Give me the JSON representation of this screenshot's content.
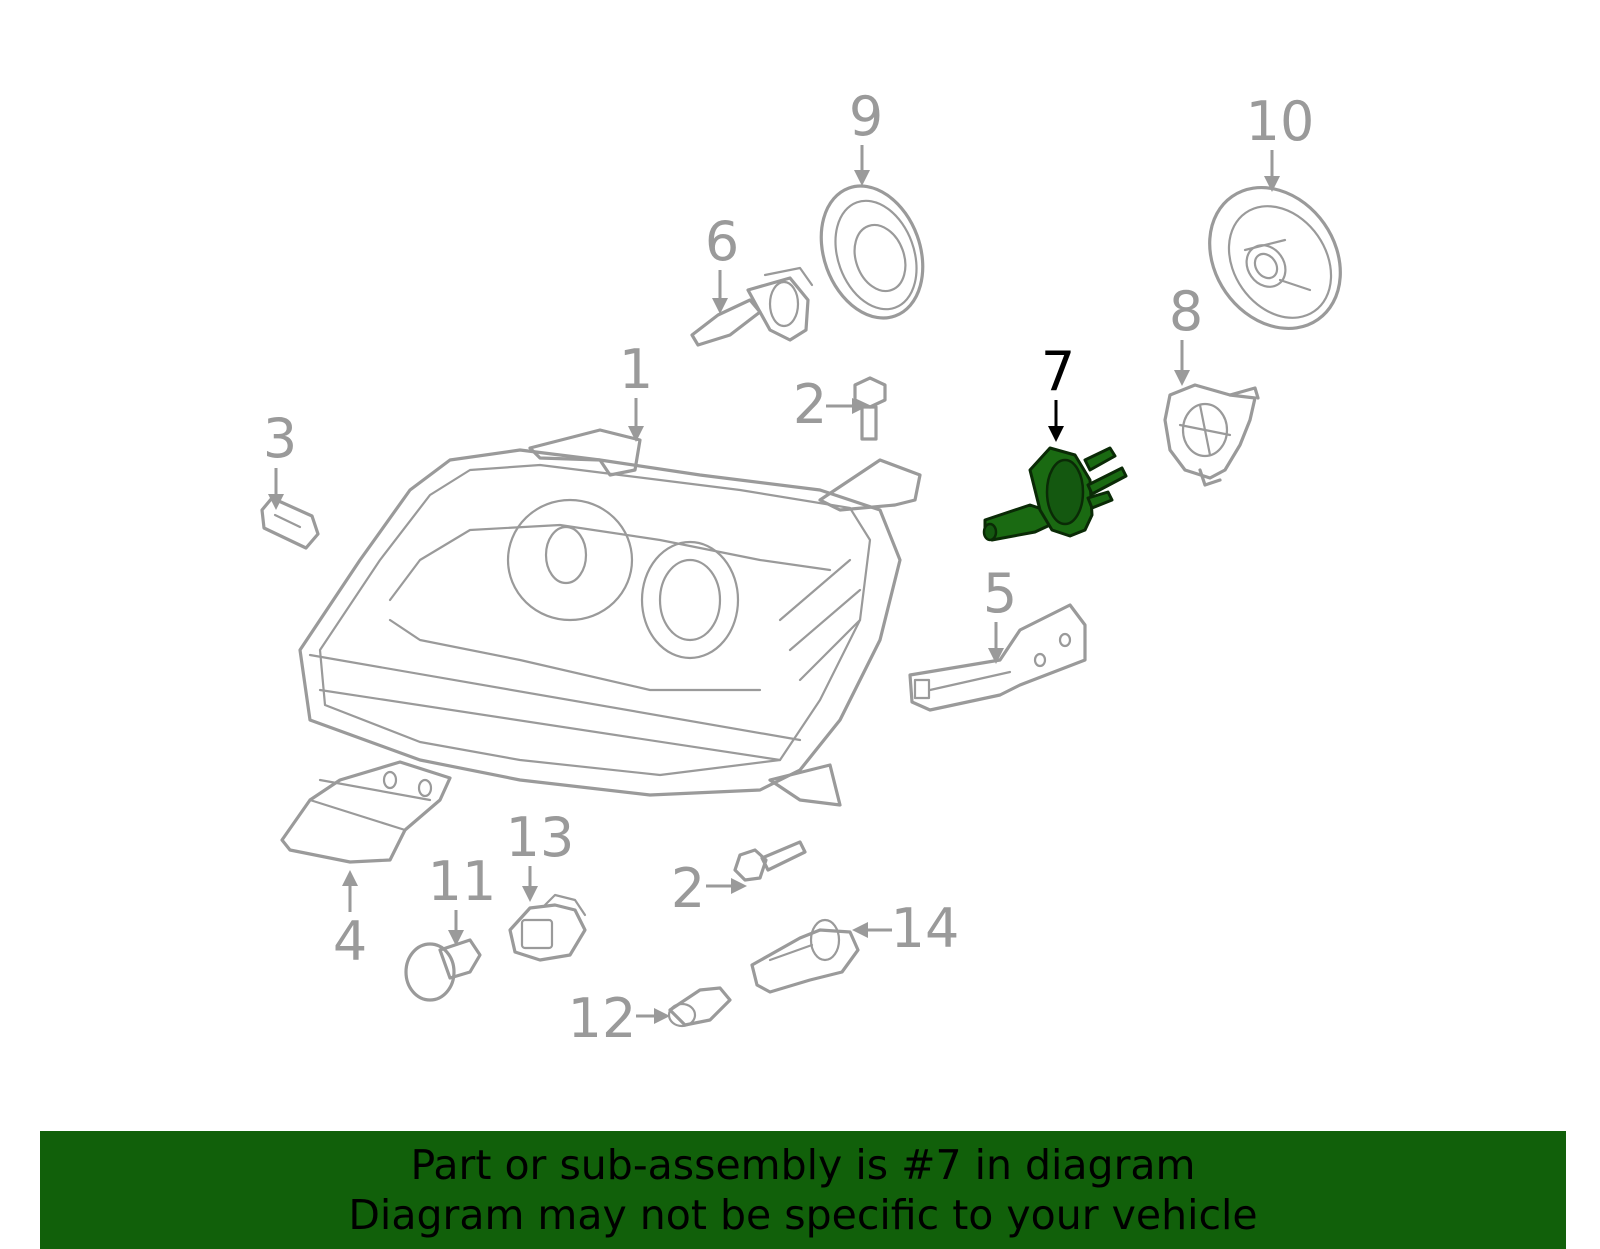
{
  "diagram": {
    "highlighted_part": "7",
    "callouts": [
      {
        "id": "c1",
        "label": "1"
      },
      {
        "id": "c2a",
        "label": "2"
      },
      {
        "id": "c2b",
        "label": "2"
      },
      {
        "id": "c3",
        "label": "3"
      },
      {
        "id": "c4",
        "label": "4"
      },
      {
        "id": "c5",
        "label": "5"
      },
      {
        "id": "c6",
        "label": "6"
      },
      {
        "id": "c7",
        "label": "7"
      },
      {
        "id": "c8",
        "label": "8"
      },
      {
        "id": "c9",
        "label": "9"
      },
      {
        "id": "c10",
        "label": "10"
      },
      {
        "id": "c11",
        "label": "11"
      },
      {
        "id": "c12",
        "label": "12"
      },
      {
        "id": "c13",
        "label": "13"
      },
      {
        "id": "c14",
        "label": "14"
      }
    ],
    "colors": {
      "line_art": "#9a9a9a",
      "highlight_fill": "#1a6a12",
      "highlight_label": "#000000",
      "banner_bg": "#11600a"
    }
  },
  "banner": {
    "line1": "Part or sub-assembly is #7 in diagram",
    "line2": "Diagram may not be specific to your vehicle"
  }
}
